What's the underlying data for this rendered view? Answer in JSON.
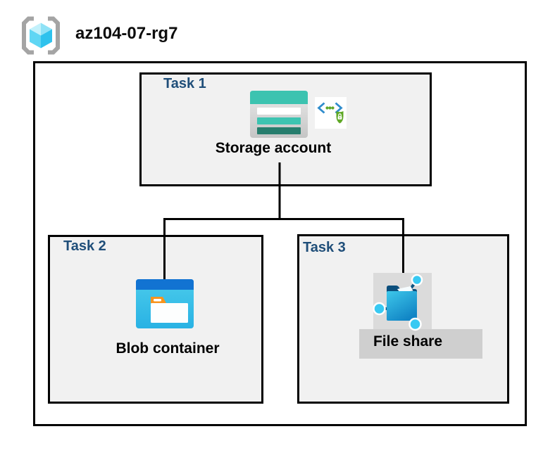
{
  "title": {
    "resource_group_name": "az104-07-rg7"
  },
  "tasks": [
    {
      "label": "Task 1",
      "item": "Storage account"
    },
    {
      "label": "Task 2",
      "item": "Blob container"
    },
    {
      "label": "Task 3",
      "item": "File share"
    }
  ],
  "icons": {
    "resource_group": "resource-group-brackets-cube-icon",
    "task1_main": "storage-account-icon",
    "task1_badge": "shared-access-signature-lock-icon",
    "task2_main": "blob-container-icon",
    "task3_main": "file-share-icon"
  },
  "connections": [
    {
      "from": "Storage account",
      "to": "Blob container"
    },
    {
      "from": "Storage account",
      "to": "File share"
    }
  ],
  "colors": {
    "task_label": "#1F4E79",
    "box_fill": "#F1F1F1",
    "box_border": "#000000",
    "storage_teal": "#3CC3B0",
    "storage_teal_dark": "#267D6D",
    "blob_top_blue": "#1273D2",
    "blob_body_cyan": "#3BC3E8",
    "folder_orange": "#F7941E",
    "sas_chevron_blue": "#2F8CCC",
    "sas_shield_green": "#5FA826",
    "file_share_node_cyan": "#38C9F2",
    "file_share_navy": "#0B4E7C",
    "backdrop_gray": "#DBDBDB",
    "label_band_gray": "#CFCFCF",
    "bracket_gray": "#A4A4A4",
    "cube_cyan": "#5FD6F4"
  }
}
